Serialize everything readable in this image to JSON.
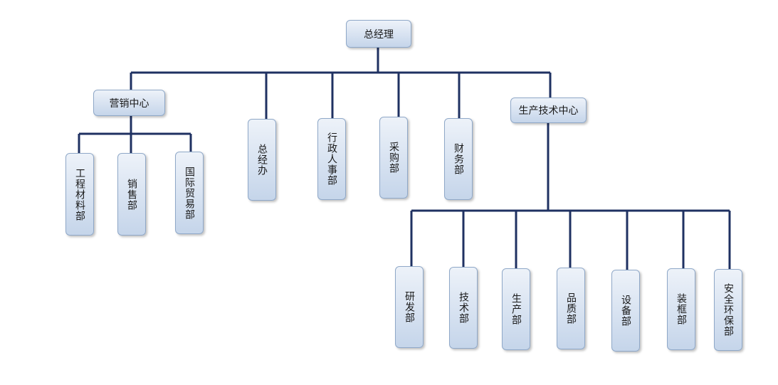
{
  "colors": {
    "connector": "#1f3162",
    "node_top": "#edf2f9",
    "node_bottom": "#c5d5ea",
    "node_border": "#8fa8c8"
  },
  "nodes": {
    "general_manager": "总经理",
    "marketing_center": "营销中心",
    "general_office": "总经办",
    "admin_hr": "行政人事部",
    "purchasing": "采购部",
    "finance": "财务部",
    "production_tech_center": "生产技术中心",
    "engineering_materials": "工程材料部",
    "sales": "销售部",
    "international_trade": "国际贸易部",
    "rnd": "研发部",
    "technology": "技术部",
    "production": "生产部",
    "quality": "品质部",
    "equipment": "设备部",
    "assembly": "装框部",
    "safety_env": "安全环保部"
  }
}
